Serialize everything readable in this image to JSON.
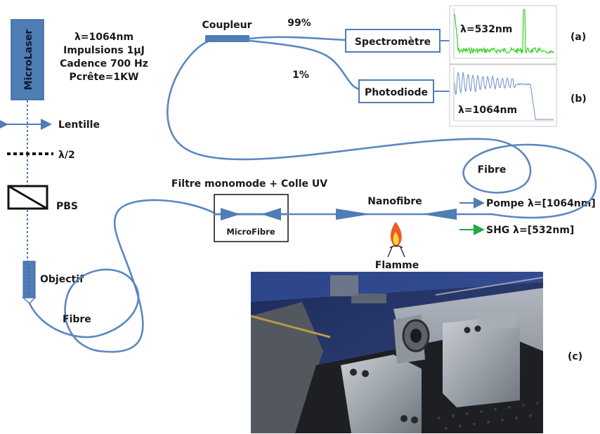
{
  "laser": {
    "name": "MicroLaser",
    "specs": [
      "λ=1064nm",
      "Impulsions 1µJ",
      "Cadence 700 Hz",
      "Pcrête=1KW"
    ]
  },
  "components": {
    "lentille": "Lentille",
    "waveplate": "λ/2",
    "pbs": "PBS",
    "objectif": "Objectif",
    "fibre_left": "Fibre",
    "fibre_right": "Fibre",
    "coupleur": "Coupleur",
    "ratio_99": "99%",
    "ratio_1": "1%",
    "spectrometre": "Spectromètre",
    "photodiode": "Photodiode",
    "filtre_title": "Filtre monomode + Colle UV",
    "microfibre": "MicroFibre",
    "nanofibre": "Nanofibre",
    "flamme": "Flamme",
    "pompe": "Pompe λ=[1064nm]",
    "shg": "SHG λ=[532nm]"
  },
  "panels": {
    "a": {
      "label": "(a)",
      "wavelength": "λ=532nm"
    },
    "b": {
      "label": "(b)",
      "wavelength": "λ=1064nm"
    },
    "c": {
      "label": "(c)"
    }
  },
  "colors": {
    "laser_fill": "#4f7db5",
    "fiber": "#5b87bf",
    "pump_arrow": "#4f7db5",
    "shg_arrow": "#22a84a",
    "spectrum_green": "#33d11f",
    "spectrum_blue": "#6b8fc6",
    "flame_outer": "#f15a24",
    "flame_inner": "#ffd33d"
  }
}
